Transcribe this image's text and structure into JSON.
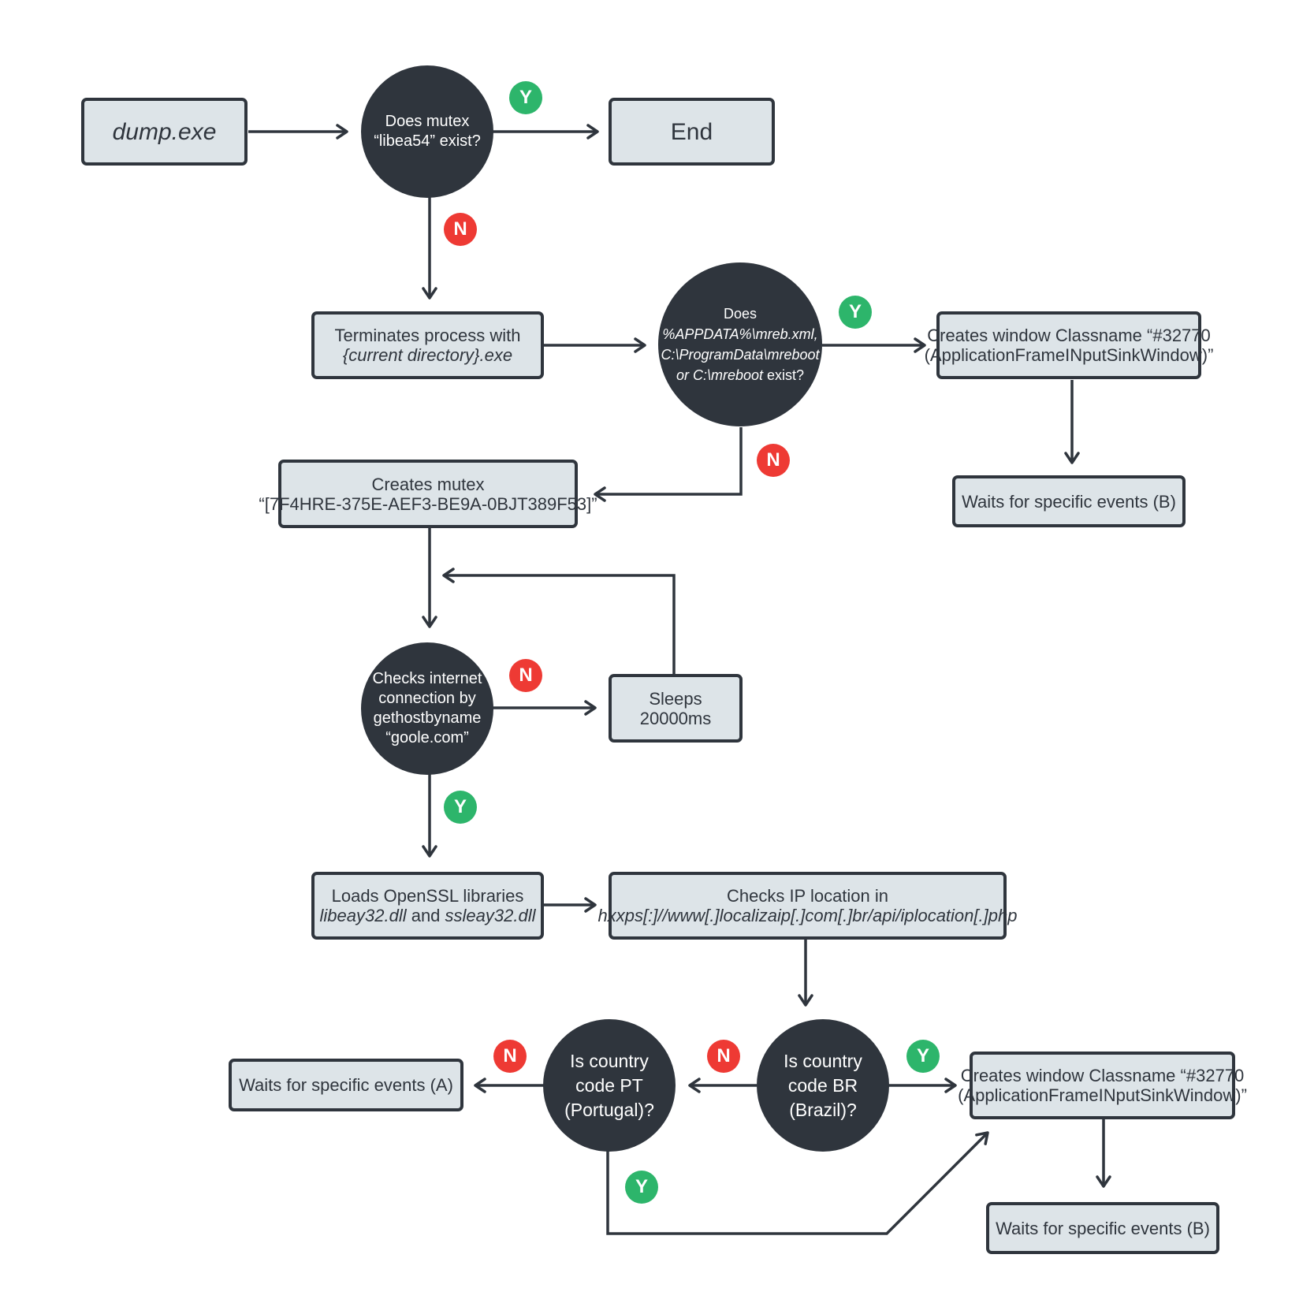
{
  "colors": {
    "node_fill": "#dde4e8",
    "dark": "#2f353d",
    "yes": "#2db56b",
    "no": "#ee3a34"
  },
  "badges": {
    "yes": "Y",
    "no": "N"
  },
  "nodes": {
    "dump": "dump.exe",
    "mutex_q": {
      "l1": "Does mutex",
      "l2": "“libea54” exist?"
    },
    "end": "End",
    "terminate": {
      "l1": "Terminates process with",
      "l2": "{current directory}.exe"
    },
    "files_q": {
      "l1": "Does",
      "l2": "%APPDATA%\\mreb.xml,",
      "l3": "C:\\ProgramData\\mreboot",
      "l4a": "or C:\\mreboot",
      "l4b": " exist?"
    },
    "window_top": {
      "l1": "Creates window Classname “#32770",
      "l2": "(ApplicationFrameINputSinkWindow)”"
    },
    "wait_b_top": "Waits for specific events (B)",
    "create_mutex": {
      "l1": "Creates mutex",
      "l2": "“[7F4HRE-375E-AEF3-BE9A-0BJT389F53]”"
    },
    "internet_q": {
      "l1": "Checks internet",
      "l2": "connection by",
      "l3": "gethostbyname",
      "l4": "“goole.com”"
    },
    "sleep": {
      "l1": "Sleeps",
      "l2": "20000ms"
    },
    "openssl": {
      "l1": "Loads OpenSSL libraries",
      "l2a": "libeay32.dll",
      "l2b": " and ",
      "l2c": "ssleay32.dll"
    },
    "ip": {
      "l1": "Checks IP location in",
      "l2": "hxxps[:]//www[.]localizaip[.]com[.]br/api/iplocation[.]php"
    },
    "br_q": {
      "l1": "Is country",
      "l2": "code BR",
      "l3": "(Brazil)?"
    },
    "pt_q": {
      "l1": "Is country",
      "l2": "code PT",
      "l3": "(Portugal)?"
    },
    "wait_a": "Waits for specific events (A)",
    "window_bottom": {
      "l1": "Creates window Classname “#32770",
      "l2": "(ApplicationFrameINputSinkWindow)”"
    },
    "wait_b_bottom": "Waits for specific events (B)"
  }
}
